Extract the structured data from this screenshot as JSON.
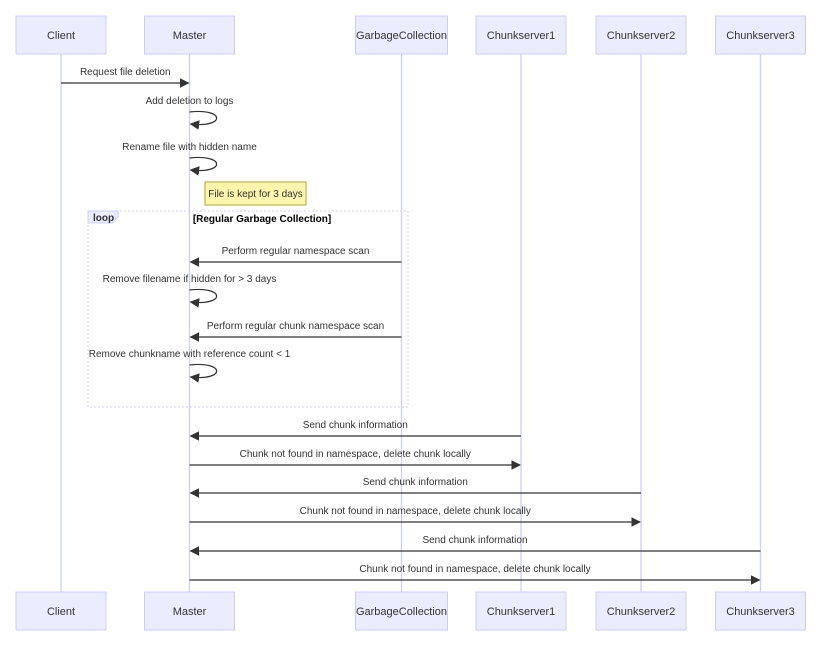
{
  "actors": [
    "Client",
    "Master",
    "GarbageCollection",
    "Chunkserver1",
    "Chunkserver2",
    "Chunkserver3"
  ],
  "messages": [
    {
      "from": "Client",
      "to": "Master",
      "text": "Request file deletion"
    },
    {
      "from": "Master",
      "to": "Master",
      "text": "Add deletion to logs"
    },
    {
      "from": "Master",
      "to": "Master",
      "text": "Rename file with hidden name"
    },
    {
      "from": "GarbageCollection",
      "to": "Master",
      "text": "Perform regular namespace scan"
    },
    {
      "from": "Master",
      "to": "Master",
      "text": "Remove filename if hidden for > 3 days"
    },
    {
      "from": "GarbageCollection",
      "to": "Master",
      "text": "Perform regular chunk namespace scan"
    },
    {
      "from": "Master",
      "to": "Master",
      "text": "Remove chunkname with reference count < 1"
    },
    {
      "from": "Chunkserver1",
      "to": "Master",
      "text": "Send chunk information"
    },
    {
      "from": "Master",
      "to": "Chunkserver1",
      "text": "Chunk not found in namespace, delete chunk locally"
    },
    {
      "from": "Chunkserver2",
      "to": "Master",
      "text": "Send chunk information"
    },
    {
      "from": "Master",
      "to": "Chunkserver2",
      "text": "Chunk not found in namespace, delete chunk locally"
    },
    {
      "from": "Chunkserver3",
      "to": "Master",
      "text": "Send chunk information"
    },
    {
      "from": "Master",
      "to": "Chunkserver3",
      "text": "Chunk not found in namespace, delete chunk locally"
    }
  ],
  "note": {
    "over": "Master",
    "text": "File is kept for 3 days"
  },
  "loop": {
    "label": "loop",
    "title": "[Regular Garbage Collection]"
  },
  "colors": {
    "actor_fill": "#ECECFF",
    "actor_stroke": "#CCCCFF",
    "line": "#333333",
    "note_fill": "#FFF5AD",
    "note_stroke": "#AAAA33"
  }
}
